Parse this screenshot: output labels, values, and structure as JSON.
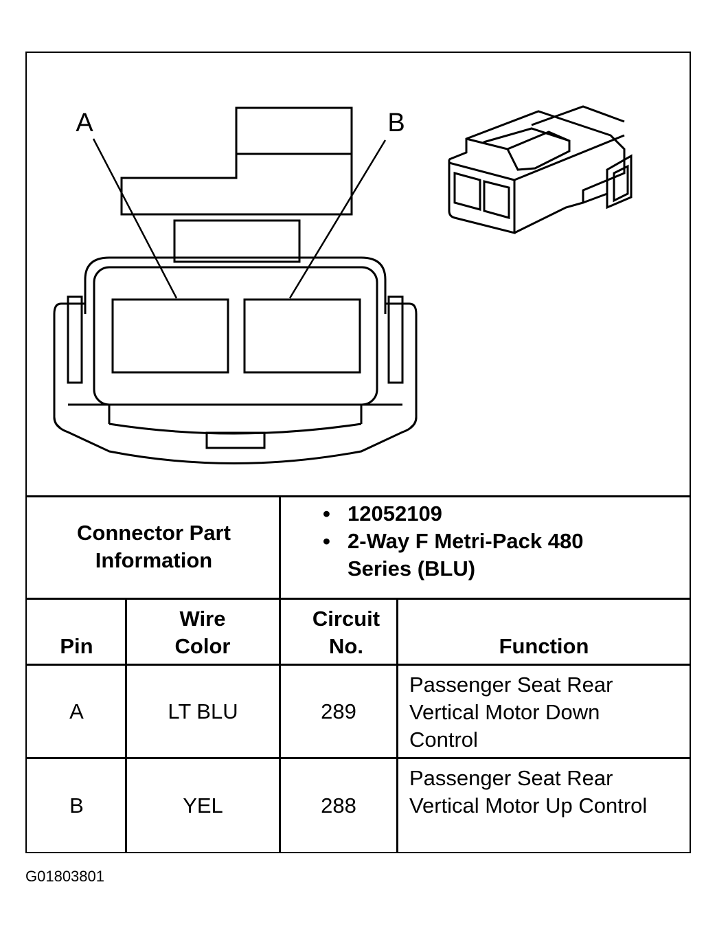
{
  "diagram": {
    "pin_labels": [
      "A",
      "B"
    ]
  },
  "part_info": {
    "label": "Connector Part Information",
    "items": [
      "12052109",
      "2-Way F Metri-Pack 480 Series (BLU)"
    ]
  },
  "table": {
    "headers": {
      "pin": "Pin",
      "wire_color": "Wire Color",
      "circuit": "Circuit No.",
      "function": "Function"
    },
    "rows": [
      {
        "pin": "A",
        "wire_color": "LT BLU",
        "circuit": "289",
        "function": "Passenger Seat Rear Vertical Motor Down Control"
      },
      {
        "pin": "B",
        "wire_color": "YEL",
        "circuit": "288",
        "function": "Passenger Seat Rear Vertical Motor Up Control"
      }
    ]
  },
  "figure_code": "G01803801"
}
